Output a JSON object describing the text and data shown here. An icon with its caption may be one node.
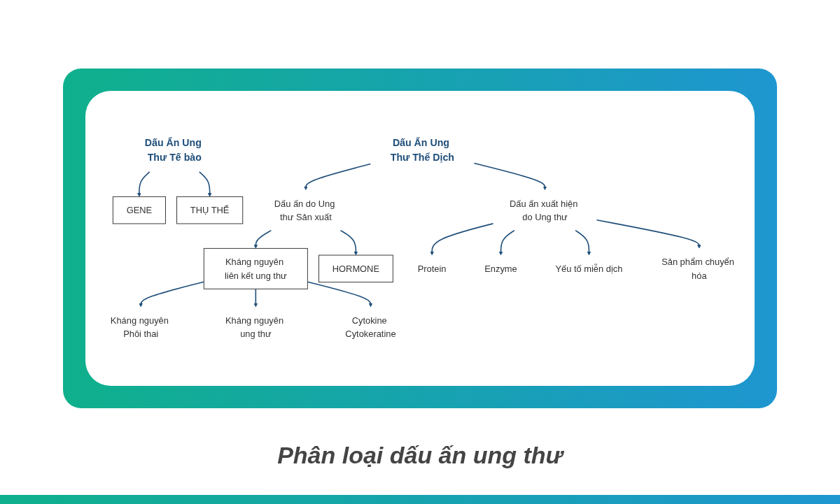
{
  "diagram": {
    "caption": "Phân loại dấu ấn ung thư",
    "nodes": [
      {
        "text": [
          "Dấu Ấn Ung Thư Tế bào"
        ]
      },
      {
        "text": [
          "GENE"
        ]
      },
      {
        "text": [
          "THỤ THỂ"
        ]
      },
      {
        "text": [
          "Dấu Ấn Ung Thư Thể Dịch"
        ]
      },
      {
        "text": [
          "Dấu ấn do Ung thư Sản xuất"
        ]
      },
      {
        "text": [
          "Dấu ấn xuất hiện do Ung thư"
        ]
      },
      {
        "text": [
          "Kháng nguyên liên kết ung thư"
        ]
      },
      {
        "text": [
          "HORMONE"
        ]
      },
      {
        "text": [
          "Kháng nguyên Phôi thai"
        ]
      },
      {
        "text": [
          "Kháng nguyên ung thư"
        ]
      },
      {
        "text": [
          "Cytokine Cytokeratine"
        ]
      },
      {
        "text": [
          "Protein"
        ]
      },
      {
        "text": [
          "Enzyme"
        ]
      },
      {
        "text": [
          "Yếu tố miễn dịch"
        ]
      },
      {
        "text": [
          "Sản phẩm chuyển hóa"
        ]
      }
    ],
    "edges": [
      {
        "from": 0,
        "to": 1,
        "arrow": "to"
      },
      {
        "from": 0,
        "to": 2,
        "arrow": "to"
      },
      {
        "from": 3,
        "to": 4,
        "arrow": "to"
      },
      {
        "from": 3,
        "to": 5,
        "arrow": "to"
      },
      {
        "from": 4,
        "to": 6,
        "arrow": "to"
      },
      {
        "from": 4,
        "to": 7,
        "arrow": "to"
      },
      {
        "from": 6,
        "to": 8,
        "arrow": "to"
      },
      {
        "from": 6,
        "to": 9,
        "arrow": "to"
      },
      {
        "from": 6,
        "to": 10,
        "arrow": "to"
      },
      {
        "from": 5,
        "to": 11,
        "arrow": "to"
      },
      {
        "from": 5,
        "to": 12,
        "arrow": "to"
      },
      {
        "from": 5,
        "to": 13,
        "arrow": "to"
      },
      {
        "from": 5,
        "to": 14,
        "arrow": "to"
      }
    ]
  }
}
